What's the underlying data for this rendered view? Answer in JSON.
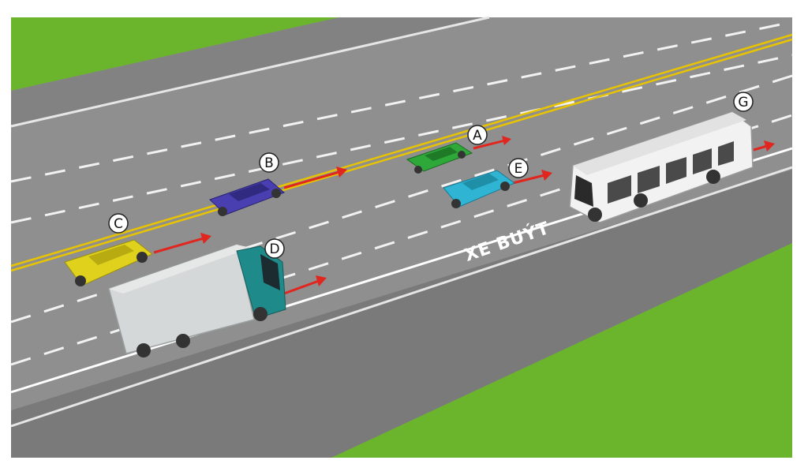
{
  "road": {
    "marking_text": "XE BUÝT"
  },
  "vehicles": [
    {
      "id": "A",
      "label": "A",
      "kind": "car",
      "color": "#2fa83a"
    },
    {
      "id": "B",
      "label": "B",
      "kind": "car",
      "color": "#4a3fb0"
    },
    {
      "id": "C",
      "label": "C",
      "kind": "car",
      "color": "#e0d21c"
    },
    {
      "id": "D",
      "label": "D",
      "kind": "truck",
      "color": "#1f8a8a"
    },
    {
      "id": "E",
      "label": "E",
      "kind": "car",
      "color": "#2fb4d4"
    },
    {
      "id": "G",
      "label": "G",
      "kind": "bus",
      "color": "#f2f2f2"
    }
  ],
  "colors": {
    "grass": "#6bb52c",
    "asphalt": "#8f8f8f",
    "shoulder": "#7d7d7d",
    "center_line": "#e8c400",
    "arrow": "#e0261f"
  }
}
